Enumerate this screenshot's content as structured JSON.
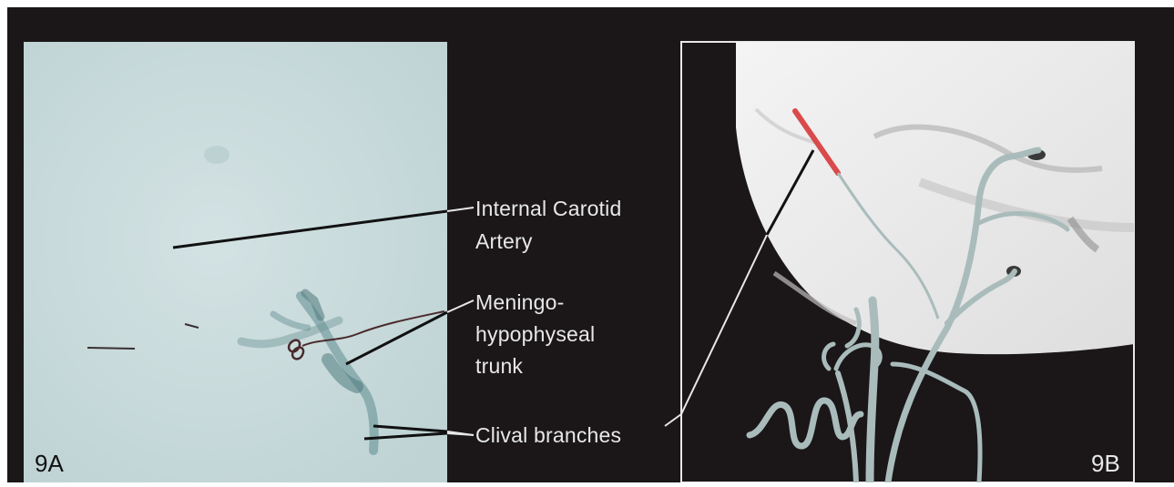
{
  "panels": {
    "left": {
      "id": "9A"
    },
    "right": {
      "id": "9B"
    }
  },
  "labels": {
    "ica_line1": "Internal Carotid",
    "ica_line2": "Artery",
    "mht_line1": "Meningo-",
    "mht_line2": "hypophyseal",
    "mht_line3": "trunk",
    "clival": "Clival branches"
  },
  "colors": {
    "background": "#1b1718",
    "angiogram": "#cbdcdd",
    "bone": "#ebebeb",
    "vessel": "#a9bcbb",
    "highlight": "#d94a4a",
    "label_text": "#e8e8e8"
  }
}
